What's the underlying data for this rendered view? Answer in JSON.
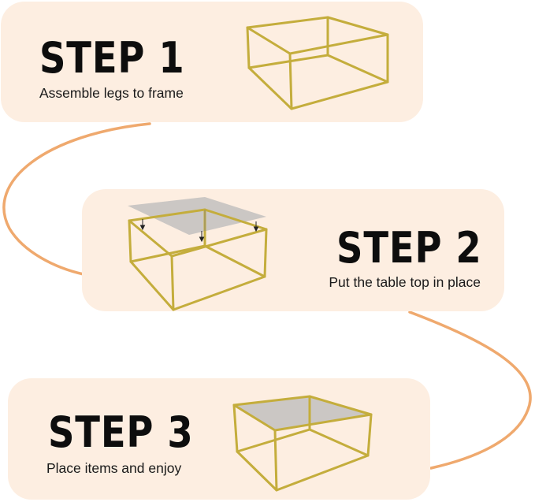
{
  "colors": {
    "card_background": "#fdeee1",
    "connector": "#efa96e",
    "frame_gold": "#c4ad3c",
    "glass": "#b9b9b9",
    "title_text": "#0d0d0d"
  },
  "steps": [
    {
      "title": "STEP 1",
      "description": "Assemble legs to frame",
      "illustration": "empty-table-frame"
    },
    {
      "title": "STEP 2",
      "description": "Put the table top in place",
      "illustration": "glass-top-lowering-onto-frame"
    },
    {
      "title": "STEP 3",
      "description": "Place items and enjoy",
      "illustration": "assembled-glass-top-table"
    }
  ]
}
